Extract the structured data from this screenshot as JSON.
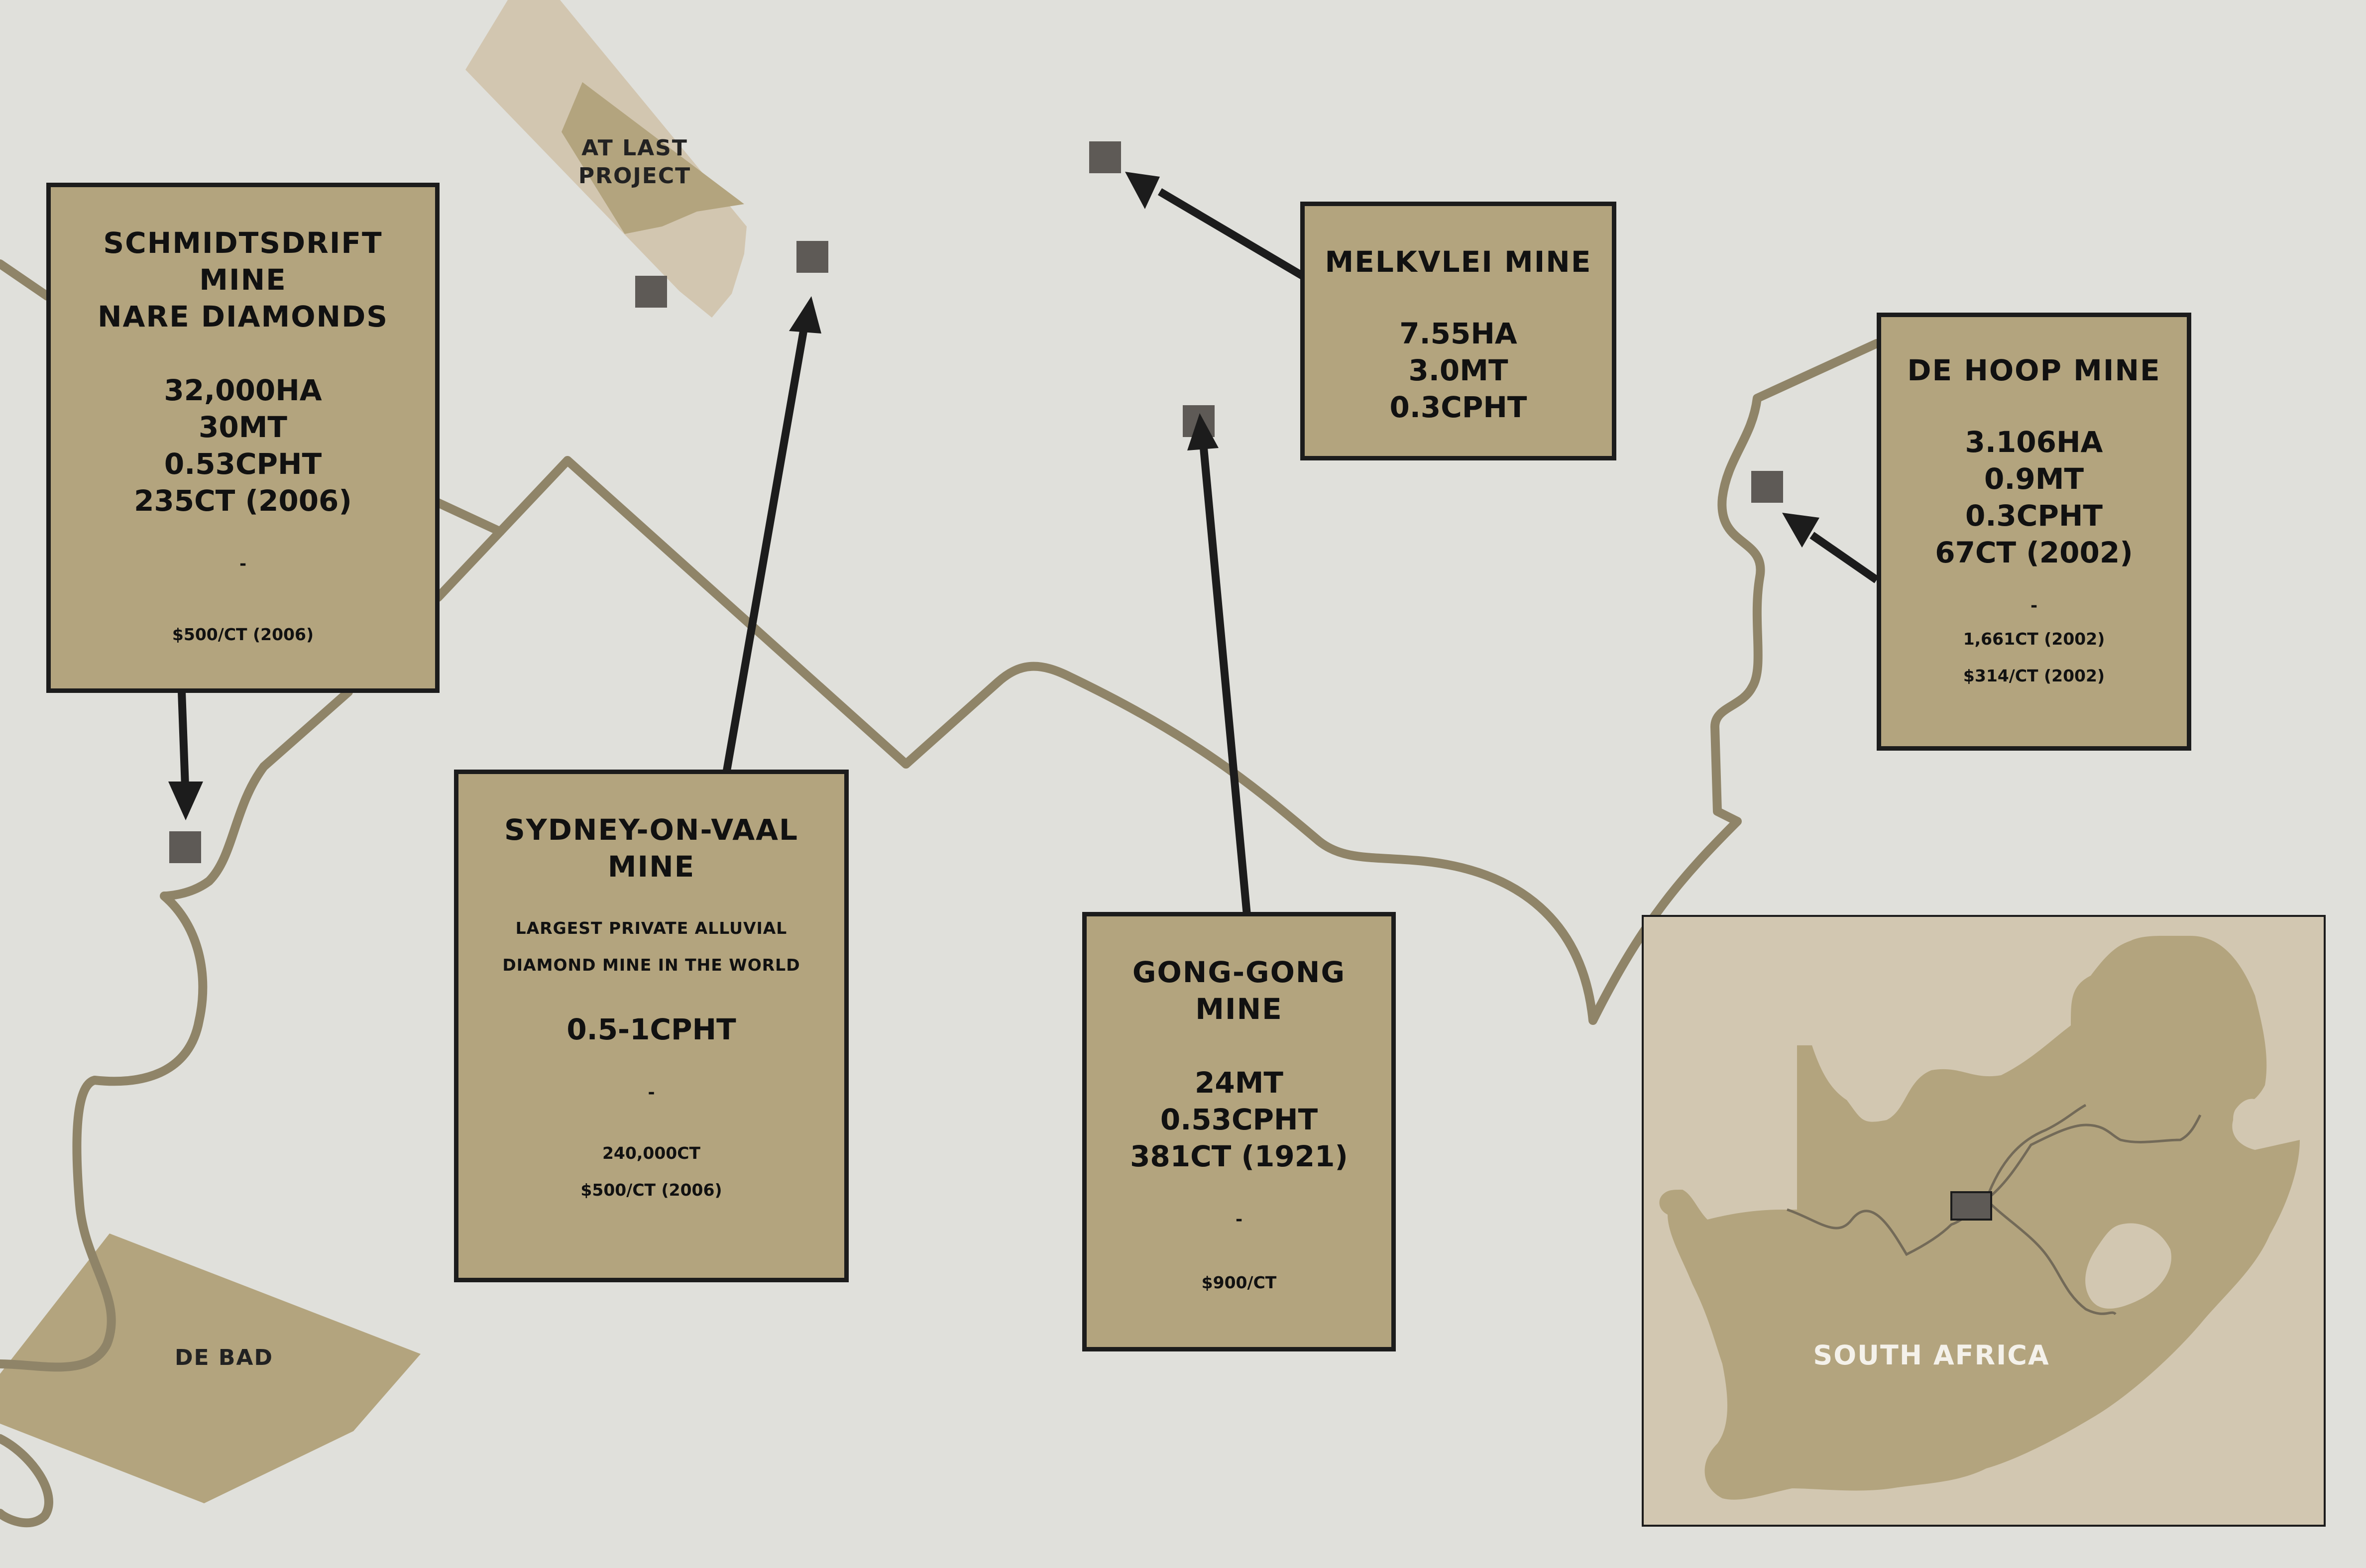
{
  "map": {
    "colors": {
      "background": "#e0e0db",
      "river": "#8f8468",
      "land": "#b3a47e",
      "land_light": "#d2c6b0",
      "marker": "#5e5a56",
      "box_border": "#1c1c1c",
      "inset_bg": "#d2c7b1"
    },
    "areas": {
      "at_last_project": "AT LAST\nPROJECT",
      "de_bad": "DE BAD"
    },
    "mines": {
      "schmidtsdrift": {
        "title": "SCHMIDTSDRIFT\nMINE\nNARE DIAMONDS",
        "stats": "32,000HA\n30MT\n0.53CPHT\n235CT (2006)",
        "dash": "-",
        "price": "$500/CT (2006)"
      },
      "sydney_on_vaal": {
        "title": "SYDNEY-ON-VAAL\nMINE",
        "description": "LARGEST PRIVATE ALLUVIAL\nDIAMOND MINE IN THE WORLD",
        "stats": "0.5-1CPHT",
        "dash": "-",
        "production": "240,000CT",
        "price": "$500/CT (2006)"
      },
      "gong_gong": {
        "title": "GONG-GONG\nMINE",
        "stats": "24MT\n0.53CPHT\n381CT (1921)",
        "dash": "-",
        "price": "$900/CT"
      },
      "melkvlei": {
        "title": "MELKVLEI MINE",
        "stats": "7.55HA\n3.0MT\n0.3CPHT"
      },
      "de_hoop": {
        "title": "DE HOOP MINE",
        "stats": "3.106HA\n0.9MT\n0.3CPHT\n67CT (2002)",
        "dash": "-",
        "production": "1,661CT (2002)",
        "price": "$314/CT (2002)"
      }
    },
    "inset": {
      "label": "SOUTH AFRICA"
    }
  }
}
